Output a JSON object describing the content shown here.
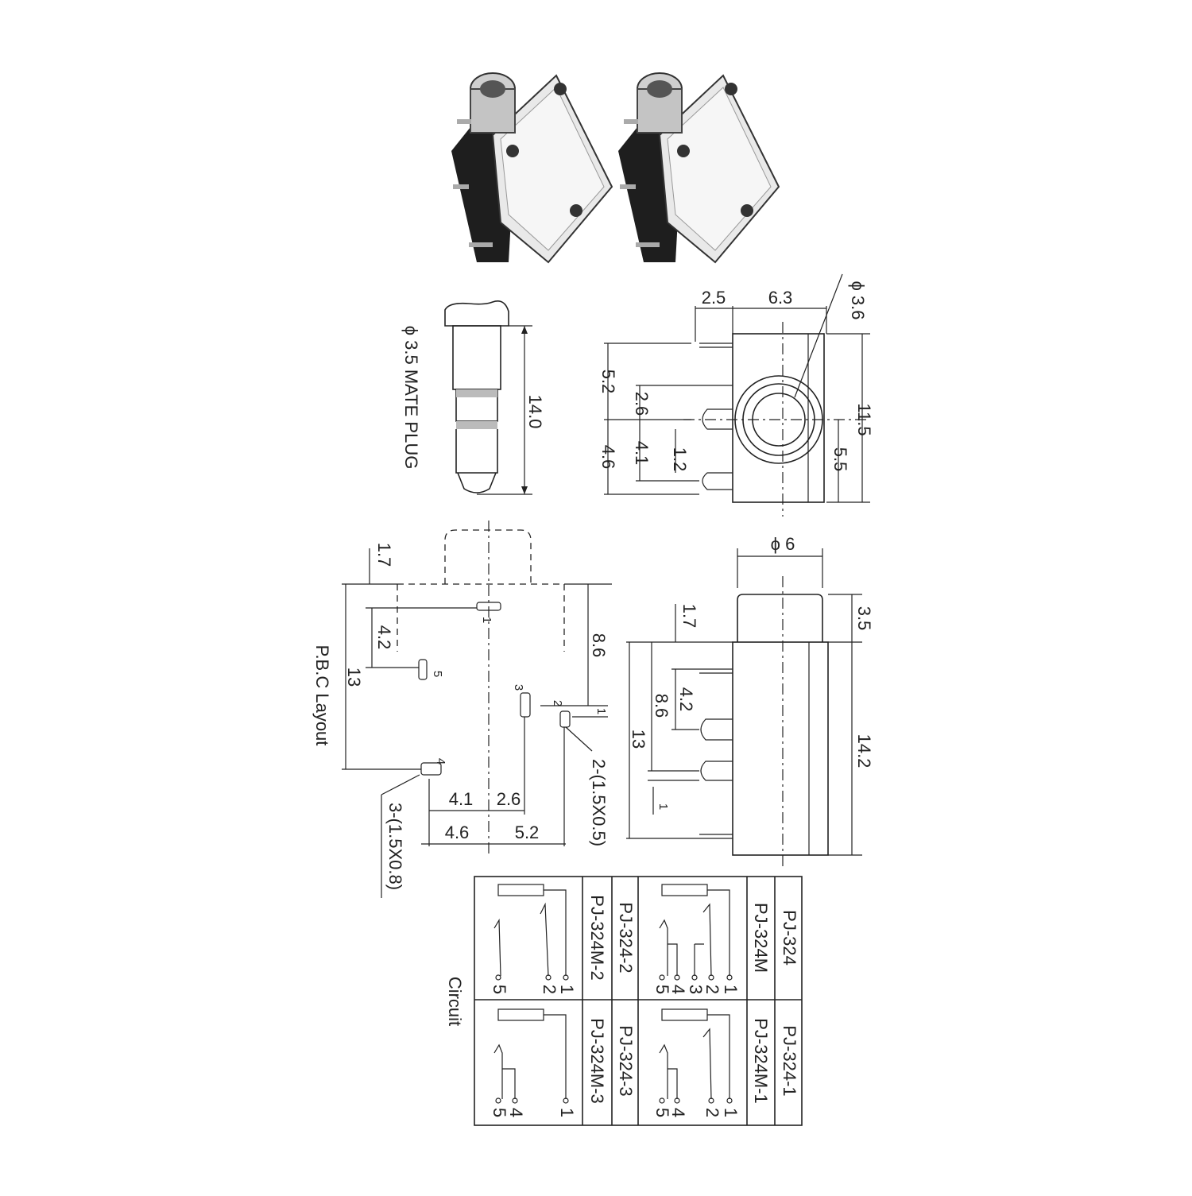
{
  "product": {
    "models": [
      "PJ-324",
      "PJ-324M",
      "PJ-324-1",
      "PJ-324M-1",
      "PJ-324-2",
      "PJ-324M-2",
      "PJ-324-3",
      "PJ-324M-3"
    ]
  },
  "plug_view": {
    "label": "ϕ 3.5 MATE PLUG",
    "length": "14.0"
  },
  "side_view": {
    "phi": "ϕ 3.6",
    "dims": {
      "a": "2.5",
      "b": "6.3",
      "c": "5.2",
      "d": "2.6",
      "e": "4.6",
      "f": "4.1",
      "g": "1.2",
      "h": "11.5",
      "i": "5.5"
    }
  },
  "pcb_layout": {
    "label": "P.B.C Layout",
    "dims": {
      "top": "1.7",
      "p1": "4.2",
      "height": "13",
      "right": "8.6",
      "r1": "1",
      "b1": "4.1",
      "b2": "2.6",
      "b3": "4.6",
      "b4": "5.2"
    },
    "hole_a": "3-(1.5X0.8)",
    "hole_b": "2-(1.5X0.5)",
    "pins": [
      "1",
      "2",
      "3",
      "4",
      "5"
    ]
  },
  "front_view": {
    "phi": "ϕ 6",
    "dims": {
      "top": "1.7",
      "barrel": "3.5",
      "a": "4.2",
      "b": "8.6",
      "c": "13",
      "d": "1",
      "e": "14.2"
    }
  },
  "circuit": {
    "label": "Circuit",
    "rows": [
      {
        "left": {
          "model": "PJ-324",
          "variant": "PJ-324M",
          "pins": [
            "1",
            "2",
            "3",
            "4",
            "5"
          ]
        },
        "right": {
          "model": "PJ-324-2",
          "variant": "PJ-324M-2",
          "pins": [
            "1",
            "2",
            "5"
          ]
        }
      },
      {
        "left": {
          "model": "PJ-324-1",
          "variant": "PJ-324M-1",
          "pins": [
            "1",
            "2",
            "4",
            "5"
          ]
        },
        "right": {
          "model": "PJ-324-3",
          "variant": "PJ-324M-3",
          "pins": [
            "1",
            "4",
            "5"
          ]
        }
      }
    ]
  }
}
